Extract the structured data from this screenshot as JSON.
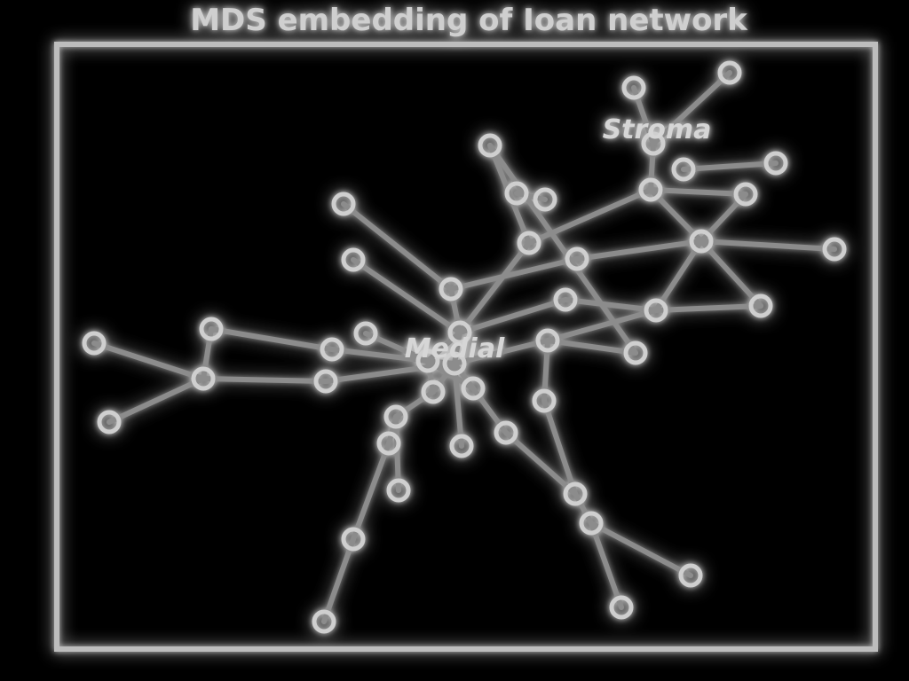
{
  "title": "MDS embedding of Ioan network",
  "colors": {
    "background": "#000000",
    "frame": "#bdbdbd",
    "edge": "#8c8c8c",
    "node": "#cfcfcf",
    "text": "#d6d6d6"
  },
  "labels": {
    "node_a": "Medial",
    "node_b": "Stroma"
  }
}
